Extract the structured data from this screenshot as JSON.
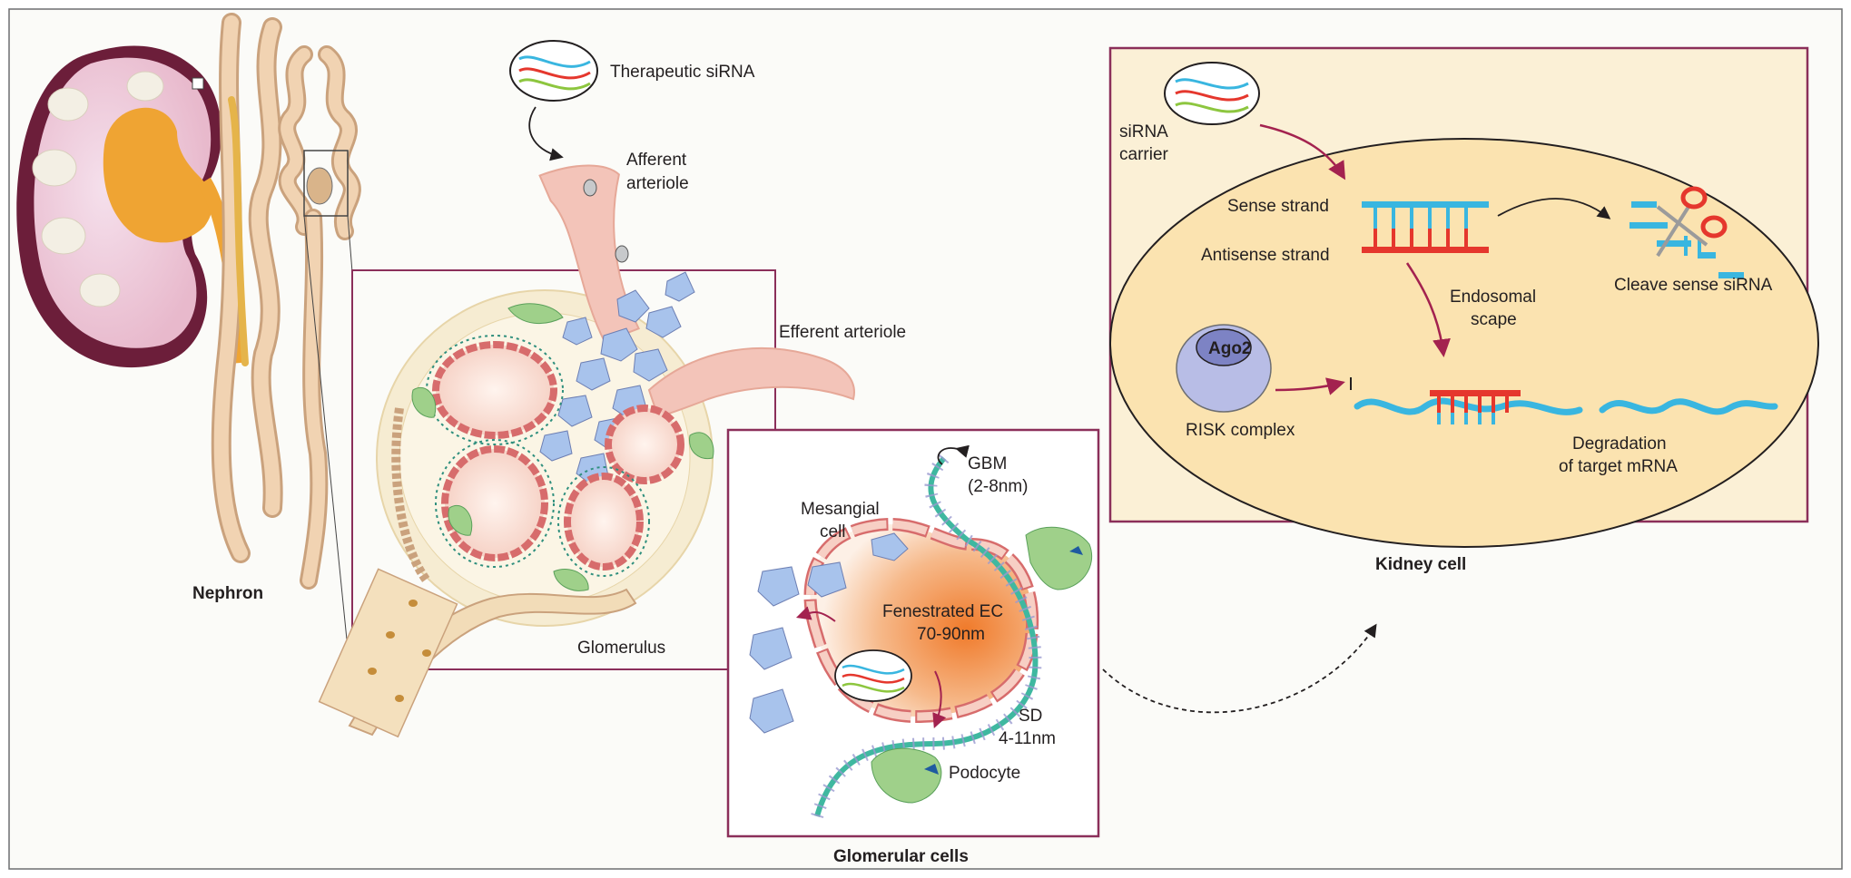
{
  "labels": {
    "nephron": "Nephron",
    "therapeutic_sirna": "Therapeutic siRNA",
    "afferent_1": "Afferent",
    "afferent_2": "arteriole",
    "efferent": "Efferent arteriole",
    "glomerulus": "Glomerulus",
    "gbm_1": "GBM",
    "gbm_2": "(2-8nm)",
    "mesangial_1": "Mesangial",
    "mesangial_2": "cell",
    "fenestrated_1": "Fenestrated EC",
    "fenestrated_2": "70-90nm",
    "sd_1": "SD",
    "sd_2": "4-11nm",
    "podocyte": "Podocyte",
    "glomerular_cells": "Glomerular cells",
    "sirna_carrier_1": "siRNA",
    "sirna_carrier_2": "carrier",
    "sense_strand": "Sense strand",
    "antisense_strand": "Antisense strand",
    "cleave": "Cleave sense siRNA",
    "endosomal_1": "Endosomal",
    "endosomal_2": "scape",
    "ago2": "Ago2",
    "risk_complex": "RISK complex",
    "degradation_1": "Degradation",
    "degradation_2": "of target mRNA",
    "kidney_cell": "Kidney cell"
  },
  "colors": {
    "frame": "#8b2f5a",
    "kidney_cell_fill": "#fbe3b0",
    "cell_panel_fill": "#fbf0d6",
    "sense_strand": "#39b6e0",
    "antisense_strand": "#e5372d",
    "mrna": "#39b6e0",
    "ago2_outer": "#b8bde6",
    "ago2_inner": "#7d83c4",
    "arrow_red": "#a3224f",
    "capillary": "#f3c4b9",
    "mesangial": "#a8c3ec",
    "podocyte": "#9fd08a",
    "gbm": "#3fb8a0",
    "endothelium_core": "#f28a3c"
  }
}
